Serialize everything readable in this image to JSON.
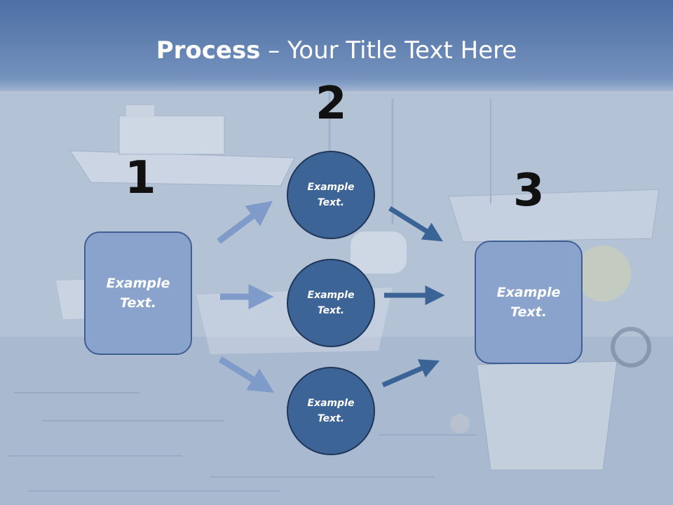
{
  "title": {
    "bold": "Process",
    "rest": " – Your Title Text Here"
  },
  "steps": {
    "one": "1",
    "two": "2",
    "three": "3"
  },
  "left_box": {
    "line1": "Example",
    "line2": "Text."
  },
  "right_box": {
    "line1": "Example",
    "line2": "Text."
  },
  "circles": [
    {
      "line1": "Example",
      "line2": "Text."
    },
    {
      "line1": "Example",
      "line2": "Text."
    },
    {
      "line1": "Example",
      "line2": "Text."
    }
  ],
  "colors": {
    "light_arrow": "#7f9bc9",
    "dark_arrow": "#3a6396",
    "circle": "#3d6496",
    "box": "#8aa3cc"
  }
}
